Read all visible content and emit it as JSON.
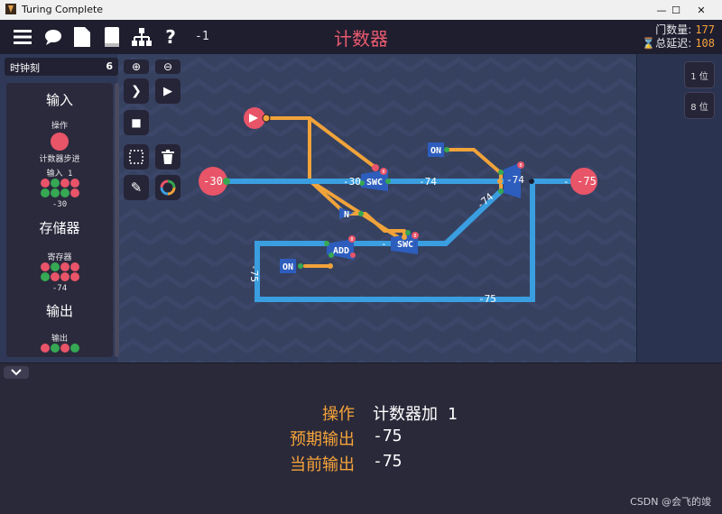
{
  "window": {
    "title": "Turing Complete",
    "minimize_glyph": "—",
    "maximize_glyph": "☐",
    "close_glyph": "✕"
  },
  "toolbar": {
    "icons": [
      "menu-icon",
      "chat-icon",
      "document-icon",
      "book-icon",
      "hierarchy-icon",
      "help-icon"
    ],
    "help_glyph": "?",
    "counter": "-1",
    "level_title": "计数器",
    "gate_count_label": "门数量:",
    "gate_count_value": "177",
    "delay_label": "总延迟:",
    "delay_value": "108"
  },
  "palette": {
    "clock_label": "时钟刻",
    "clock_value": "6",
    "sections": {
      "input": "输入",
      "storage": "存储器",
      "output": "输出"
    },
    "op_label": "操作",
    "op_sublabel": "计数器步进",
    "input1_label": "输入 1",
    "input1_value": "-30",
    "register_label": "寄存器",
    "register_value": "-74",
    "output_label": "输出"
  },
  "tools": {
    "zoom_in_glyph": "⊕",
    "zoom_out_glyph": "⊖",
    "step_glyph": "❯",
    "play_glyph": "▶",
    "stop_glyph": "■",
    "trash_glyph": "🗑",
    "pencil_glyph": "✎"
  },
  "right_panel": {
    "bit1": "1 位",
    "bit8": "8 位"
  },
  "circuit": {
    "input_value": "-30",
    "output_value": "-75",
    "wire_main_left": "-30",
    "wire_main_mid": "-74",
    "wire_out_mid": "-74",
    "wire_diag": "-74",
    "wire_loop_left": "-75",
    "wire_loop_bottom": "-75",
    "wire_add_out": "-",
    "wire_out_right": "-",
    "swc_label": "SWC",
    "add_label": "ADD",
    "on_label": "ON",
    "not_label": "N",
    "badge_char": "8",
    "colors": {
      "bus_blue": "#3a9ee0",
      "bit_orange": "#f1a33a",
      "io_red": "#e85468",
      "comp_blue": "#2d5dbd",
      "pin_green": "#36a853"
    }
  },
  "bottom": {
    "rows": [
      {
        "key": "操作",
        "value": "计数器加 1"
      },
      {
        "key": "预期输出",
        "value": "-75"
      },
      {
        "key": "当前输出",
        "value": "-75"
      }
    ],
    "watermark": "CSDN @会飞的竣"
  }
}
